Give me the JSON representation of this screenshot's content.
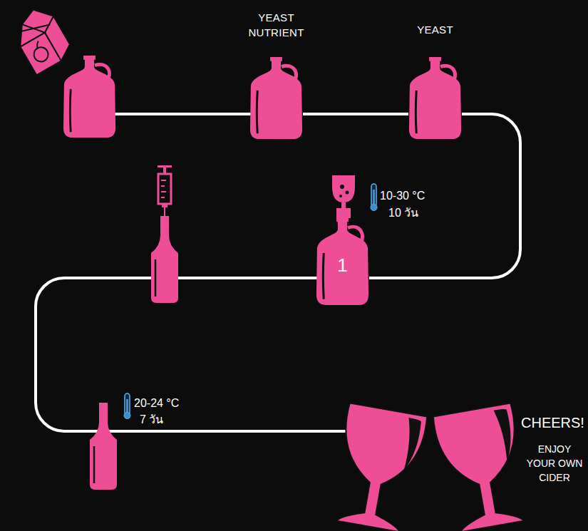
{
  "diagram": {
    "nodes": [
      {
        "text": [
          "YEAST NUTRIENT"
        ]
      },
      {
        "text": [
          "YEAST"
        ]
      },
      {
        "text": [
          "1"
        ]
      }
    ],
    "edges": [
      {
        "from": 0,
        "to": 1,
        "arrow": "none"
      },
      {
        "from": 1,
        "to": 2,
        "arrow": "none"
      }
    ],
    "labels": [
      "10-30 °C",
      "10 วัน",
      "20-24 °C",
      "7 วัน",
      "CHEERS!",
      "ENJOY YOUR OWN CIDER"
    ]
  }
}
